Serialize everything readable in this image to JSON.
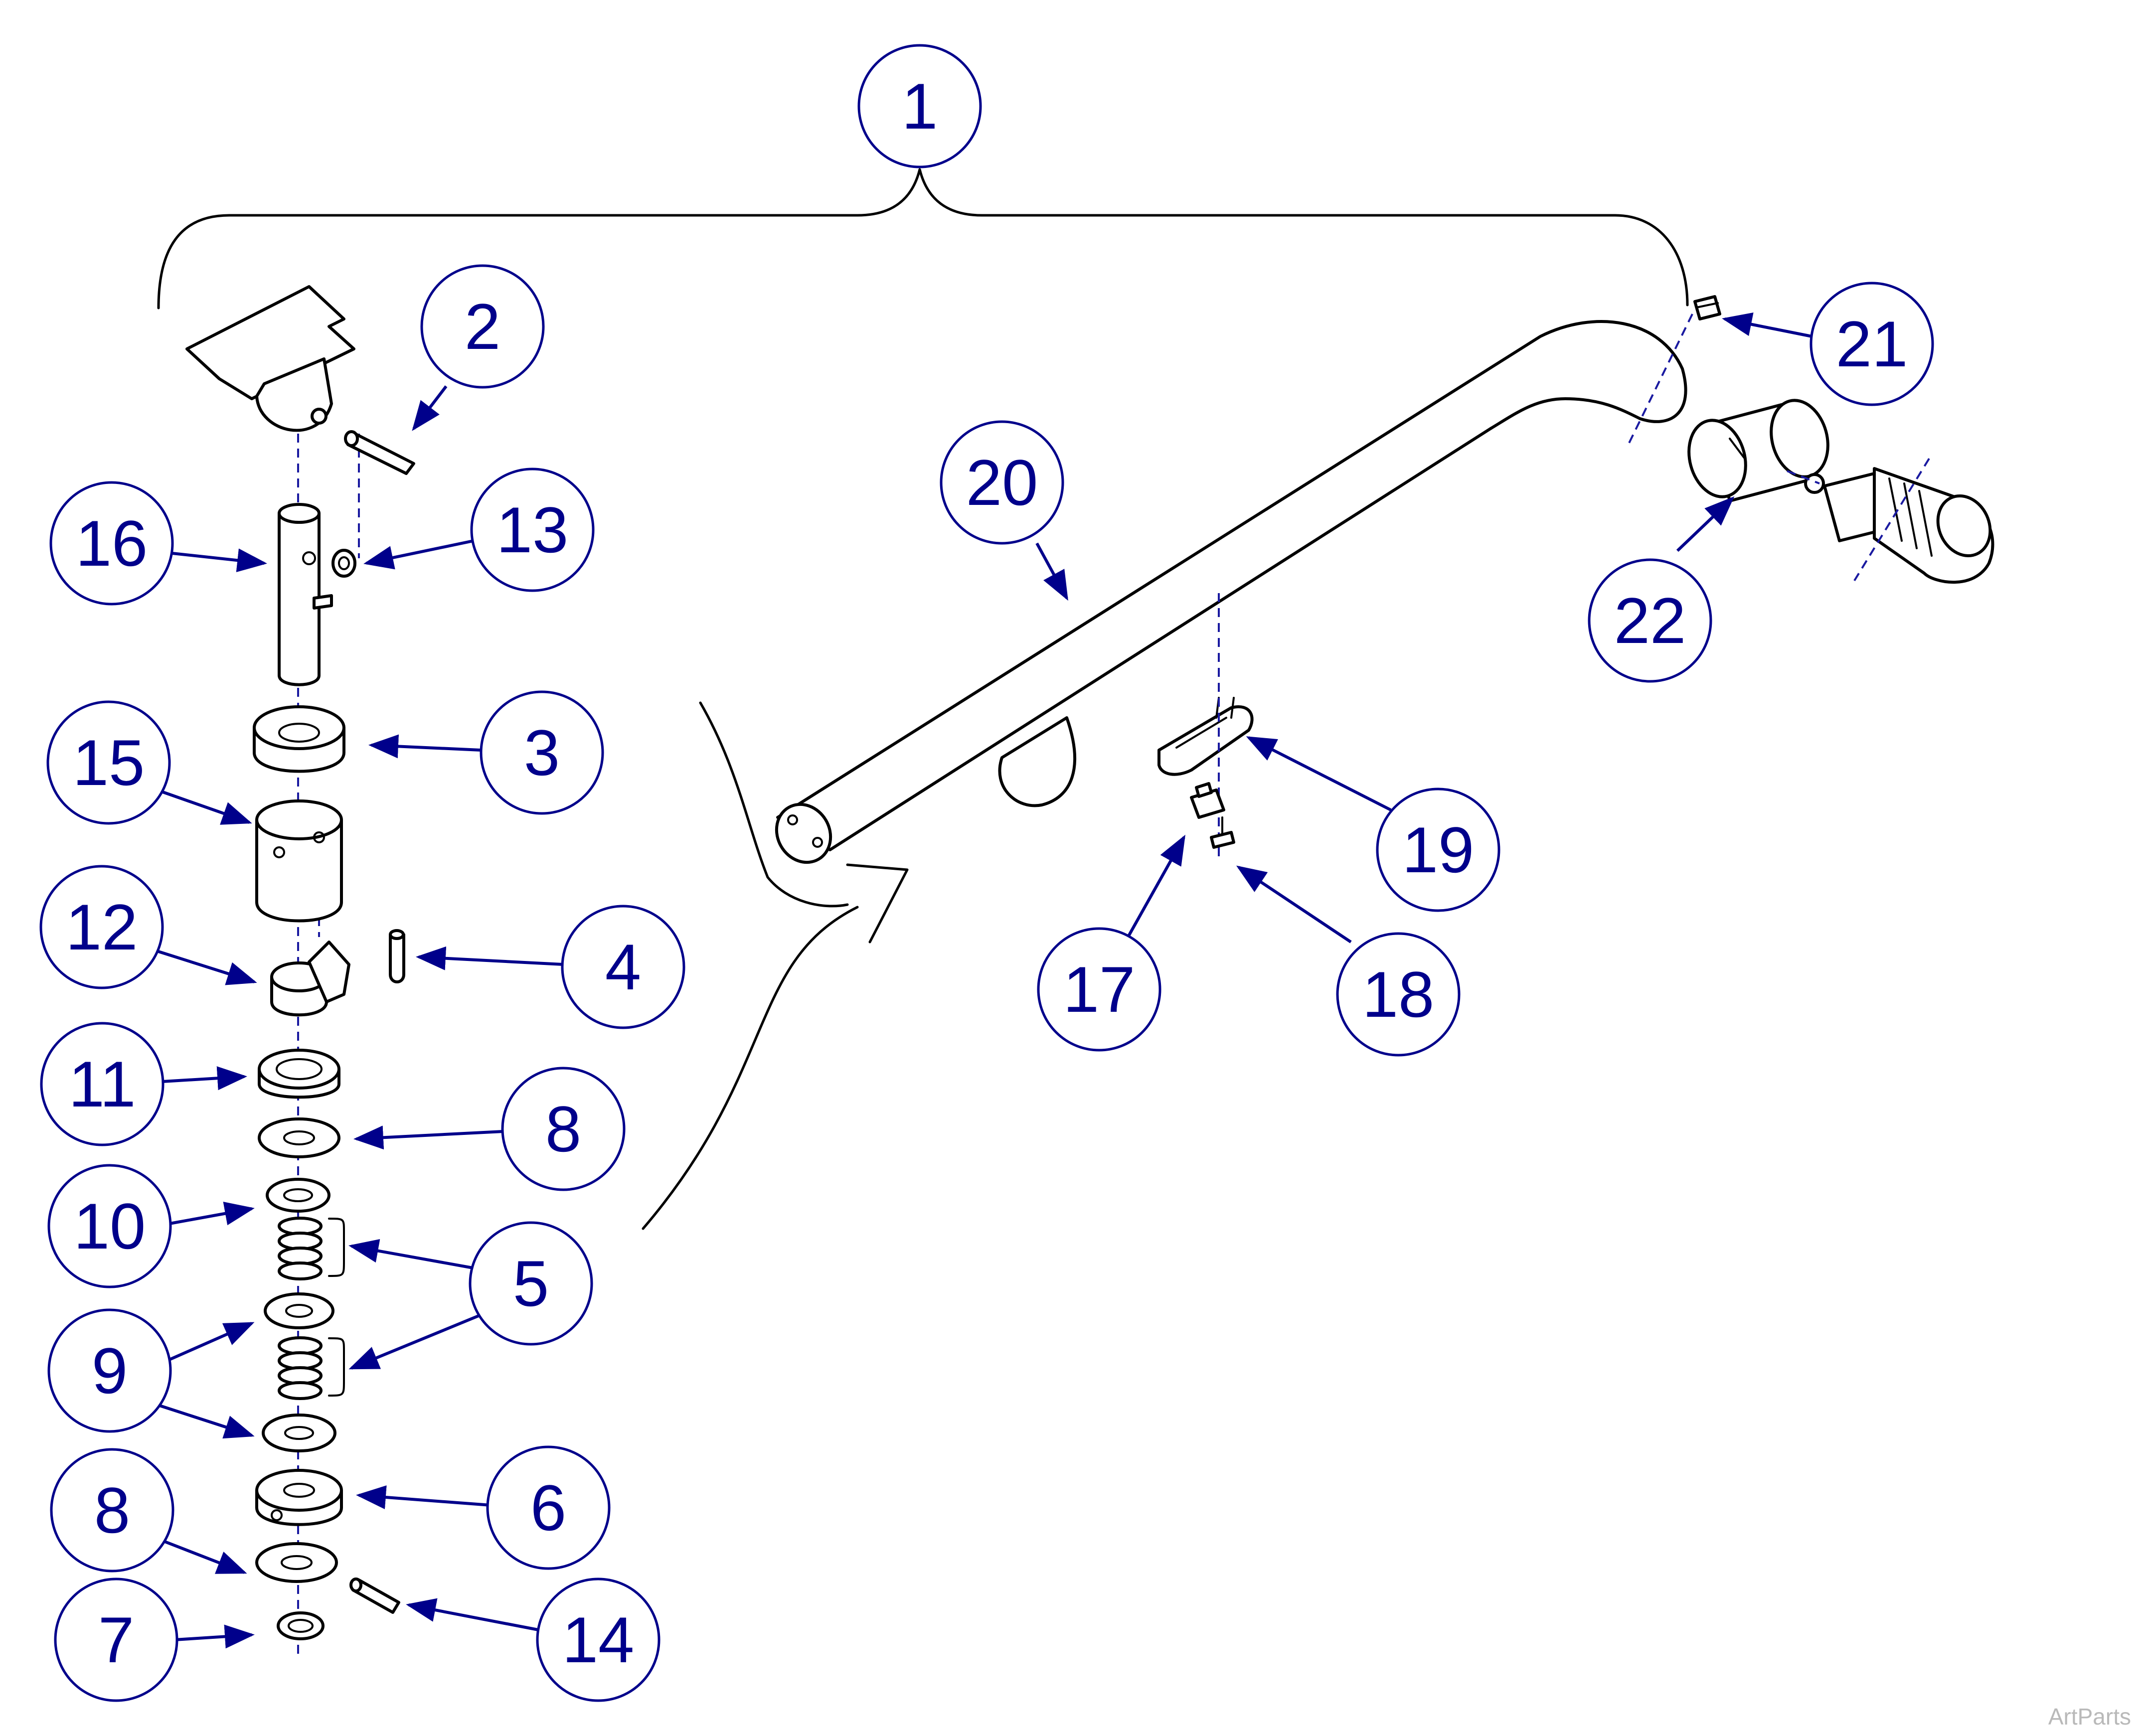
{
  "diagram": {
    "callout_color": "#00008b",
    "line_color": "#000000",
    "callouts": [
      {
        "id": "c1",
        "label": "1"
      },
      {
        "id": "c2",
        "label": "2"
      },
      {
        "id": "c16",
        "label": "16"
      },
      {
        "id": "c13",
        "label": "13"
      },
      {
        "id": "c3",
        "label": "3"
      },
      {
        "id": "c15",
        "label": "15"
      },
      {
        "id": "c12",
        "label": "12"
      },
      {
        "id": "c4",
        "label": "4"
      },
      {
        "id": "c11",
        "label": "11"
      },
      {
        "id": "c8a",
        "label": "8"
      },
      {
        "id": "c10",
        "label": "10"
      },
      {
        "id": "c5",
        "label": "5"
      },
      {
        "id": "c9",
        "label": "9"
      },
      {
        "id": "c6",
        "label": "6"
      },
      {
        "id": "c8b",
        "label": "8"
      },
      {
        "id": "c14",
        "label": "14"
      },
      {
        "id": "c7",
        "label": "7"
      },
      {
        "id": "c20",
        "label": "20"
      },
      {
        "id": "c21",
        "label": "21"
      },
      {
        "id": "c22",
        "label": "22"
      },
      {
        "id": "c19",
        "label": "19"
      },
      {
        "id": "c17",
        "label": "17"
      },
      {
        "id": "c18",
        "label": "18"
      }
    ]
  },
  "watermark": "ArtParts"
}
